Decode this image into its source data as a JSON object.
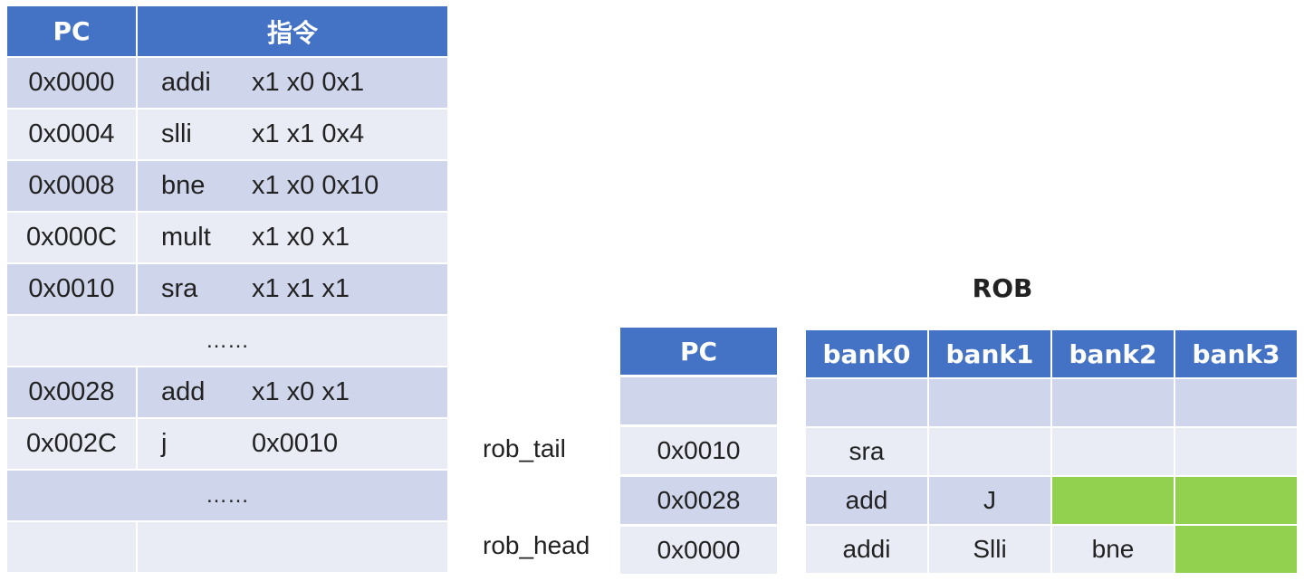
{
  "instr_table": {
    "headers": {
      "pc": "PC",
      "instr": "指令"
    },
    "rows": [
      {
        "pc": "0x0000",
        "op": "addi",
        "args": "x1 x0 0x1"
      },
      {
        "pc": "0x0004",
        "op": "slli",
        "args": "x1 x1 0x4"
      },
      {
        "pc": "0x0008",
        "op": "bne",
        "args": "x1 x0 0x10"
      },
      {
        "pc": "0x000C",
        "op": "mult",
        "args": "x1 x0 x1"
      },
      {
        "pc": "0x0010",
        "op": "sra",
        "args": "x1 x1 x1"
      }
    ],
    "ellipsis1": "……",
    "rows2": [
      {
        "pc": "0x0028",
        "op": "add",
        "args": "x1 x0 x1"
      },
      {
        "pc": "0x002C",
        "op": "j",
        "args": "0x0010"
      }
    ],
    "ellipsis2": "……"
  },
  "pc_table": {
    "header": "PC",
    "cells": [
      "",
      "0x0010",
      "0x0028",
      "0x0000"
    ]
  },
  "labels": {
    "rob_tail": "rob_tail",
    "rob_head": "rob_head"
  },
  "rob": {
    "title": "ROB",
    "banks": [
      "bank0",
      "bank1",
      "bank2",
      "bank3"
    ],
    "rows": [
      [
        "",
        "",
        "",
        ""
      ],
      [
        "sra",
        "",
        "",
        ""
      ],
      [
        "add",
        "J",
        "",
        ""
      ],
      [
        "addi",
        "Slli",
        "bne",
        ""
      ]
    ],
    "highlight_color": "#92d050"
  }
}
